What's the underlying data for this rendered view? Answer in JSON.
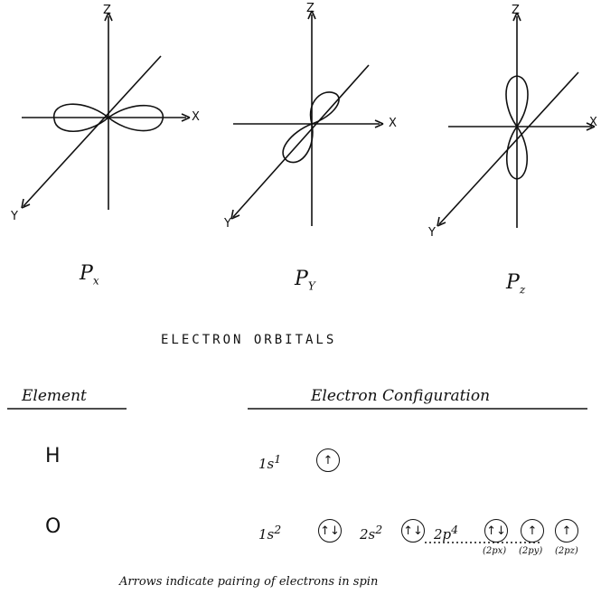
{
  "diagram": {
    "axes": {
      "z": "Z",
      "x": "X",
      "y": "Y"
    },
    "orbitals": [
      {
        "main": "P",
        "sub": "x"
      },
      {
        "main": "P",
        "sub": "Y"
      },
      {
        "main": "P",
        "sub": "z"
      }
    ],
    "title": "ELECTRON ORBITALS"
  },
  "table": {
    "header_element": "Element",
    "header_config": "Electron Configuration",
    "rows": [
      {
        "element": "H",
        "config": "1s",
        "sup": "1",
        "box": "↑"
      },
      {
        "element": "O",
        "config": "1s",
        "sup": "2",
        "box": "↑↓",
        "c2": "2s",
        "sup2": "2",
        "box2": "↑↓",
        "c3": "2p",
        "sup3": "4",
        "box3": "↑↓",
        "box4": "↑",
        "box5": "↑",
        "sub1": "(2px)",
        "sub2": "(2py)",
        "sub3": "(2pz)"
      }
    ],
    "note": "Arrows indicate pairing of electrons in spin"
  }
}
